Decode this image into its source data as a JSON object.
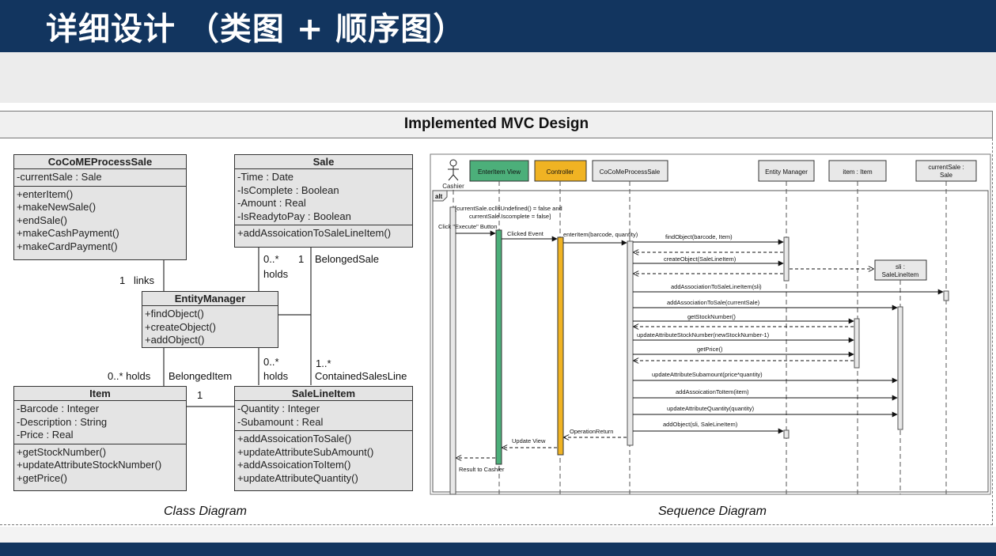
{
  "slide": {
    "title": "详细设计 （类图 + 顺序图）",
    "panel_title": "Implemented MVC Design",
    "class_caption": "Class Diagram",
    "sequence_caption": "Sequence Diagram"
  },
  "class_diagram": {
    "classes": [
      {
        "name": "CoCoMEProcessSale",
        "attributes": [
          "-currentSale : Sale"
        ],
        "operations": [
          "+enterItem()",
          "+makeNewSale()",
          "+endSale()",
          "+makeCashPayment()",
          "+makeCardPayment()"
        ]
      },
      {
        "name": "Sale",
        "attributes": [
          "-Time : Date",
          "-IsComplete : Boolean",
          "-Amount : Real",
          "-IsReadytoPay : Boolean"
        ],
        "operations": [
          "+addAssoicationToSaleLineItem()"
        ]
      },
      {
        "name": "EntityManager",
        "attributes": [],
        "operations": [
          "+findObject()",
          "+createObject()",
          "+addObject()"
        ]
      },
      {
        "name": "Item",
        "attributes": [
          "-Barcode : Integer",
          "-Description : String",
          "-Price : Real"
        ],
        "operations": [
          "+getStockNumber()",
          "+updateAttributeStockNumber()",
          "+getPrice()"
        ]
      },
      {
        "name": "SaleLineItem",
        "attributes": [
          "-Quantity : Integer",
          "-Subamount : Real"
        ],
        "operations": [
          "+addAssoicationToSale()",
          "+updateAttributeSubAmount()",
          "+addAssoicationToItem()",
          "+updateAttributeQuantity()"
        ]
      }
    ],
    "association_labels": {
      "links_mult": "1",
      "links": "links",
      "sale_holds_mult": "0..*",
      "sale_holds": "holds",
      "belonged_sale_mult": "1",
      "belonged_sale": "BelongedSale",
      "item_holds": "0..* holds",
      "belonged_item": "BelongedItem",
      "item_sli_mult": "1",
      "sli_holds_mult": "0..*",
      "sli_holds": "holds",
      "contained_mult": "1..*",
      "contained": "ContainedSalesLine"
    }
  },
  "sequence_diagram": {
    "actor": "Cashier",
    "lifelines": [
      {
        "label": "EnterItem View",
        "color": "#4caf7a"
      },
      {
        "label": "Controller",
        "color": "#f0b323"
      },
      {
        "label": "CoCoMeProcessSale",
        "color": "#e8e8e8"
      },
      {
        "label": "Entity Manager",
        "color": "#e8e8e8"
      },
      {
        "label": "item : Item",
        "color": "#e8e8e8"
      },
      {
        "label": "currentSale : Sale",
        "color": "#e8e8e8"
      },
      {
        "label": "sli : SaleLineItem",
        "color": "#e8e8e8"
      }
    ],
    "alt_label": "alt",
    "guard_line1": "[currentSale.ocllsUndefined() = false and",
    "guard_line2": "currentSale.Iscomplete = false]",
    "messages": [
      "Click \"Execute\" Button",
      "Clicked Event",
      "enterItem(barcode, quantity)",
      "findObject(barcode, Item)",
      "createObject(SaleLineItem)",
      "addAssociationToSaleLineItem(sli)",
      "addAssociationToSale(currentSale)",
      "getStockNumber()",
      "updateAttributeStockNumber(newStockNumber-1)",
      "getPrice()",
      "updateAttributeSubamount(price*quantity)",
      "addAssoicationToItem(item)",
      "updateAttributeQuantity(quantity)",
      "addObject(sli, SaleLineItem)",
      "OperationReturn",
      "Update View",
      "Result to Cashier"
    ]
  }
}
